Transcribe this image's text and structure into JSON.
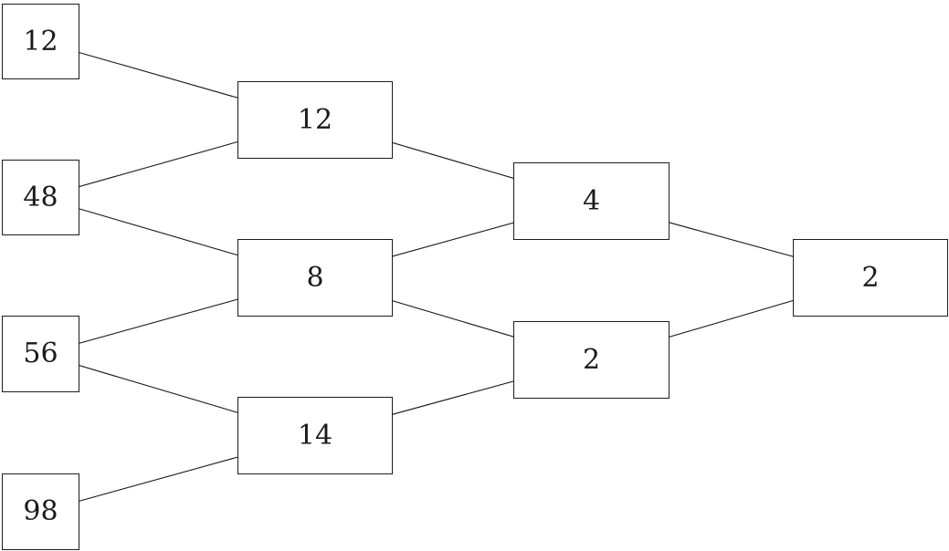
{
  "diagram": {
    "nodes": {
      "a12": {
        "label": "12"
      },
      "a48": {
        "label": "48"
      },
      "a56": {
        "label": "56"
      },
      "a98": {
        "label": "98"
      },
      "b12": {
        "label": "12"
      },
      "b8": {
        "label": "8"
      },
      "b14": {
        "label": "14"
      },
      "c4": {
        "label": "4"
      },
      "c2": {
        "label": "2"
      },
      "d2": {
        "label": "2"
      }
    },
    "edges": [
      {
        "from": "a12",
        "to": "b12"
      },
      {
        "from": "a48",
        "to": "b12"
      },
      {
        "from": "a48",
        "to": "b8"
      },
      {
        "from": "a56",
        "to": "b8"
      },
      {
        "from": "a56",
        "to": "b14"
      },
      {
        "from": "a98",
        "to": "b14"
      },
      {
        "from": "b12",
        "to": "c4"
      },
      {
        "from": "b8",
        "to": "c4"
      },
      {
        "from": "b8",
        "to": "c2"
      },
      {
        "from": "b14",
        "to": "c2"
      },
      {
        "from": "c4",
        "to": "d2"
      },
      {
        "from": "c2",
        "to": "d2"
      }
    ],
    "colors": {
      "background": "#ffffff",
      "box_border": "#1c1c1c",
      "edge_line": "#1a1a1a",
      "text": "#1a1a1a"
    }
  }
}
